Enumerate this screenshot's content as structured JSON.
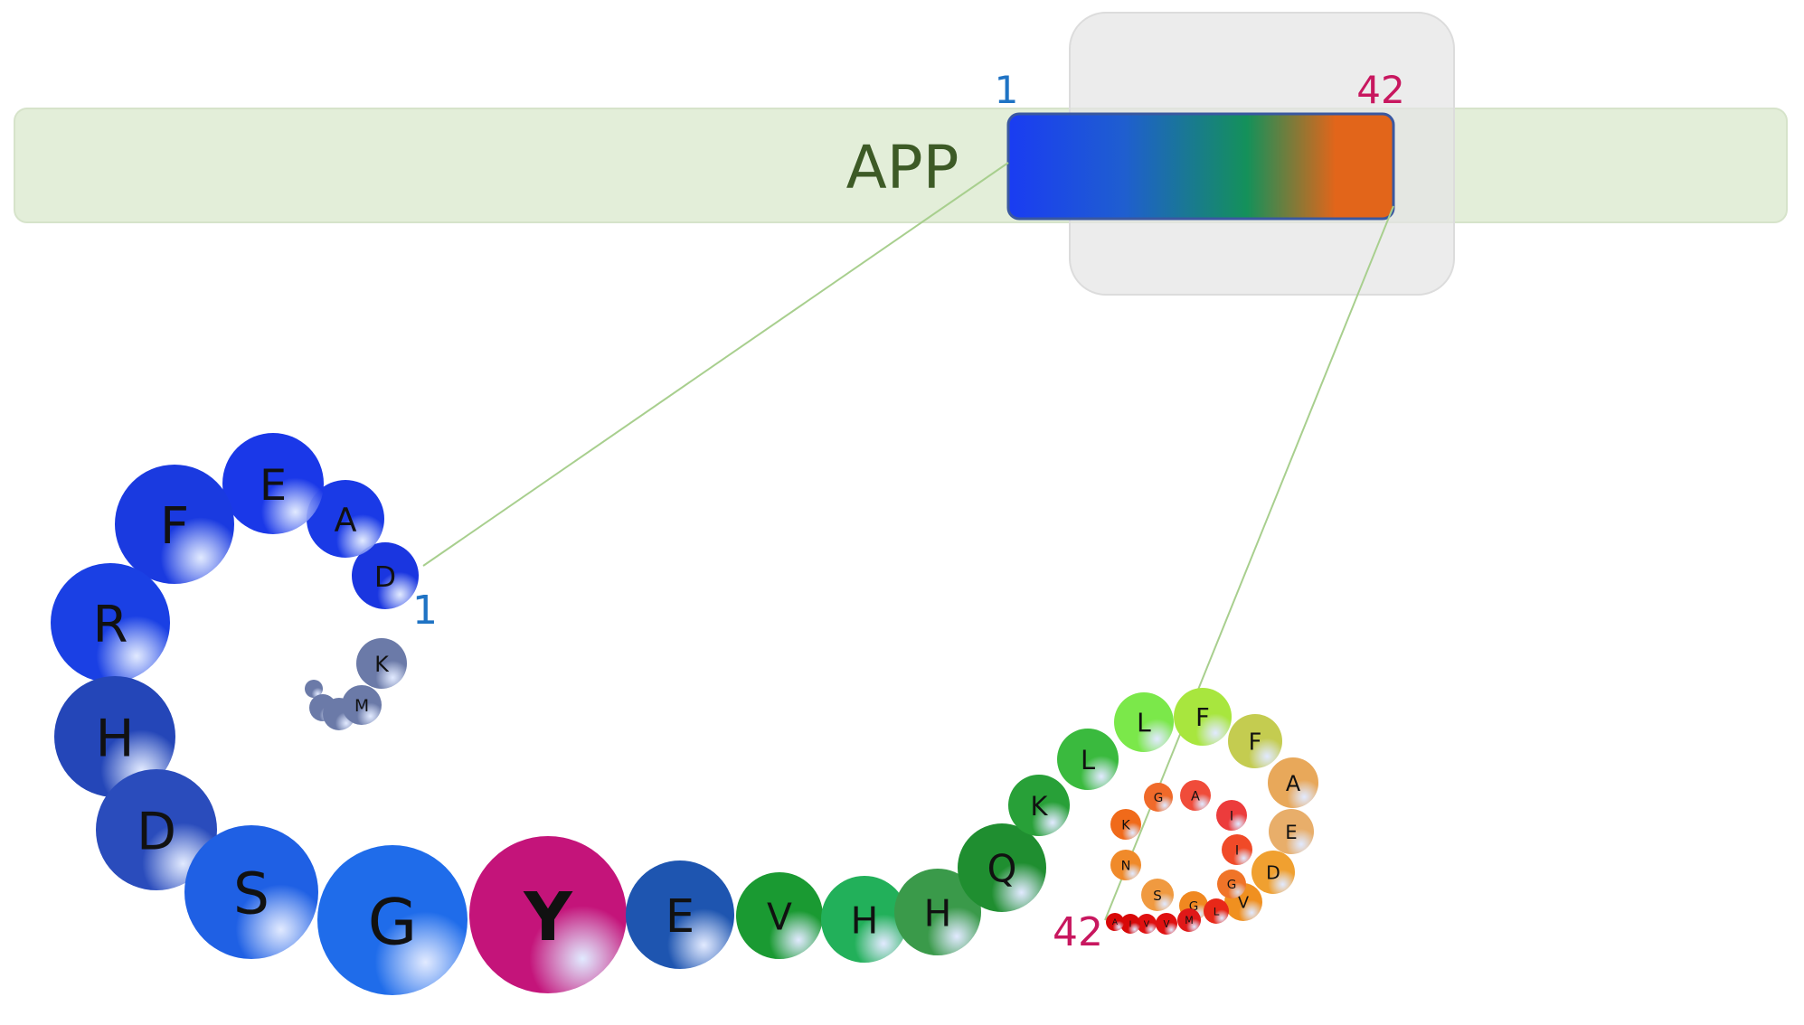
{
  "protein": {
    "label": "APP",
    "label_color": "#3d5a26",
    "band_color": "#e3eed9"
  },
  "fragment": {
    "start_label": "1",
    "end_label": "42",
    "start_color": "#1f73c4",
    "end_color": "#c8175f",
    "gradient_colors": [
      "#1a3cf2",
      "#1f5ed0",
      "#14915a",
      "#e2651a"
    ]
  },
  "chain": {
    "start_label": "1",
    "end_label": "42",
    "residues": [
      {
        "letter": "D",
        "color": "#1a36e0"
      },
      {
        "letter": "A",
        "color": "#1a3ae6"
      },
      {
        "letter": "E",
        "color": "#1a38e8"
      },
      {
        "letter": "F",
        "color": "#1a3ae0"
      },
      {
        "letter": "R",
        "color": "#1a40e4"
      },
      {
        "letter": "H",
        "color": "#2446b8"
      },
      {
        "letter": "D",
        "color": "#2a4cbc"
      },
      {
        "letter": "S",
        "color": "#1f60e4"
      },
      {
        "letter": "G",
        "color": "#1f6cea"
      },
      {
        "letter": "Y",
        "color": "#c4147a"
      },
      {
        "letter": "E",
        "color": "#1e55b0"
      },
      {
        "letter": "V",
        "color": "#1a9a32"
      },
      {
        "letter": "H",
        "color": "#22b05a"
      },
      {
        "letter": "H",
        "color": "#3a9a4a"
      },
      {
        "letter": "Q",
        "color": "#1f8e30"
      },
      {
        "letter": "K",
        "color": "#28a038"
      },
      {
        "letter": "L",
        "color": "#3aba3e"
      },
      {
        "letter": "L",
        "color": "#7be84a"
      },
      {
        "letter": "F",
        "color": "#a8e63e"
      },
      {
        "letter": "F",
        "color": "#c4cc50"
      },
      {
        "letter": "A",
        "color": "#e8a85a"
      },
      {
        "letter": "E",
        "color": "#e8ae6a"
      },
      {
        "letter": "D",
        "color": "#f0a030"
      },
      {
        "letter": "V",
        "color": "#f09020"
      },
      {
        "letter": "G",
        "color": "#f07428"
      },
      {
        "letter": "I",
        "color": "#f04a28"
      },
      {
        "letter": "I",
        "color": "#ec3c3c"
      },
      {
        "letter": "A",
        "color": "#f04c3a"
      },
      {
        "letter": "G",
        "color": "#f06a2a"
      },
      {
        "letter": "K",
        "color": "#f06a1a"
      },
      {
        "letter": "N",
        "color": "#f08a2a"
      },
      {
        "letter": "S",
        "color": "#f09a40"
      },
      {
        "letter": "G",
        "color": "#f08820"
      },
      {
        "letter": "L",
        "color": "#e82818"
      },
      {
        "letter": "M",
        "color": "#e01818"
      },
      {
        "letter": "V",
        "color": "#e01010"
      },
      {
        "letter": "V",
        "color": "#e01010"
      },
      {
        "letter": "I",
        "color": "#d80808"
      },
      {
        "letter": "A",
        "color": "#d80808"
      }
    ],
    "prefix": [
      {
        "letter": "K",
        "color": "#6b7aa8"
      },
      {
        "letter": "M",
        "color": "#6b7aa8"
      },
      {
        "letter": "",
        "color": "#6b7aa8"
      },
      {
        "letter": "",
        "color": "#6b7aa8"
      },
      {
        "letter": "",
        "color": "#6b7aa8"
      }
    ]
  }
}
